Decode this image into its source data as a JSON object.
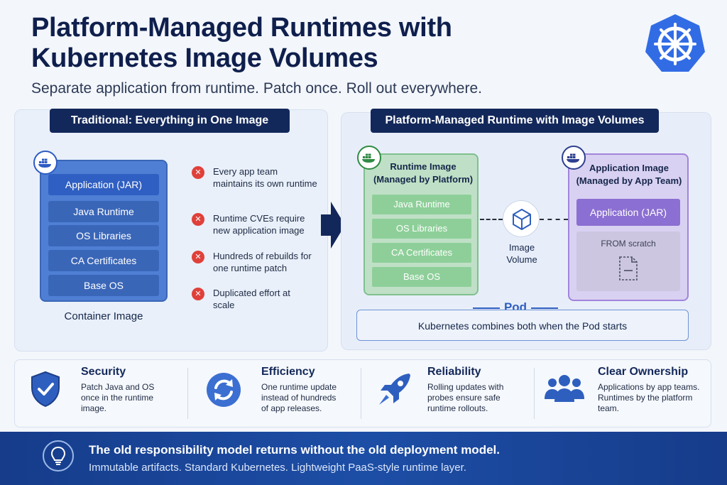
{
  "header": {
    "title_line1": "Platform-Managed Runtimes with",
    "title_line2": "Kubernetes Image Volumes",
    "subtitle": "Separate application from runtime. Patch once. Roll out everywhere.",
    "logo_icon": "kubernetes-helm-icon"
  },
  "traditional": {
    "heading": "Traditional: Everything in One Image",
    "layers": [
      "Application (JAR)",
      "Java Runtime",
      "OS Libraries",
      "CA Certificates",
      "Base OS"
    ],
    "caption": "Container Image",
    "issues": [
      "Every app team maintains its own runtime",
      "Runtime CVEs require new application image",
      "Hundreds of rebuilds for one runtime patch",
      "Duplicated effort at scale"
    ]
  },
  "platform": {
    "heading": "Platform-Managed Runtime with Image Volumes",
    "runtime_title": "Runtime Image",
    "runtime_owner": "(Managed by Platform)",
    "runtime_layers": [
      "Java Runtime",
      "OS Libraries",
      "CA Certificates",
      "Base OS"
    ],
    "volume_label_1": "Image",
    "volume_label_2": "Volume",
    "app_title": "Application Image",
    "app_owner": "(Managed by App Team)",
    "app_layer": "Application (JAR)",
    "scratch_label": "FROM scratch",
    "pod_label": "Pod",
    "pod_text": "Kubernetes combines both when the Pod starts"
  },
  "benefits": [
    {
      "title": "Security",
      "desc": [
        "Patch Java and OS",
        "once in the runtime",
        "image."
      ],
      "icon": "shield-check-icon"
    },
    {
      "title": "Efficiency",
      "desc": [
        "One runtime update",
        "instead of hundreds",
        "of app releases."
      ],
      "icon": "refresh-icon"
    },
    {
      "title": "Reliability",
      "desc": [
        "Rolling updates with",
        "probes ensure safe",
        "runtime rollouts."
      ],
      "icon": "rocket-icon"
    },
    {
      "title": "Clear Ownership",
      "desc": [
        "Applications by app teams.",
        "Runtimes by the platform",
        "team."
      ],
      "icon": "team-icon"
    }
  ],
  "footer": {
    "main": "The old responsibility model returns without the old deployment model.",
    "sub": "Immutable artifacts. Standard Kubernetes. Lightweight PaaS-style runtime layer.",
    "icon": "lightbulb-icon"
  },
  "colors": {
    "navy": "#13285a",
    "blue_stack": "#4e7fd4",
    "green": "#8ecf99",
    "purple": "#8c6fd2",
    "error_red": "#e0403a",
    "footer_blue": "#1d4ea6"
  }
}
